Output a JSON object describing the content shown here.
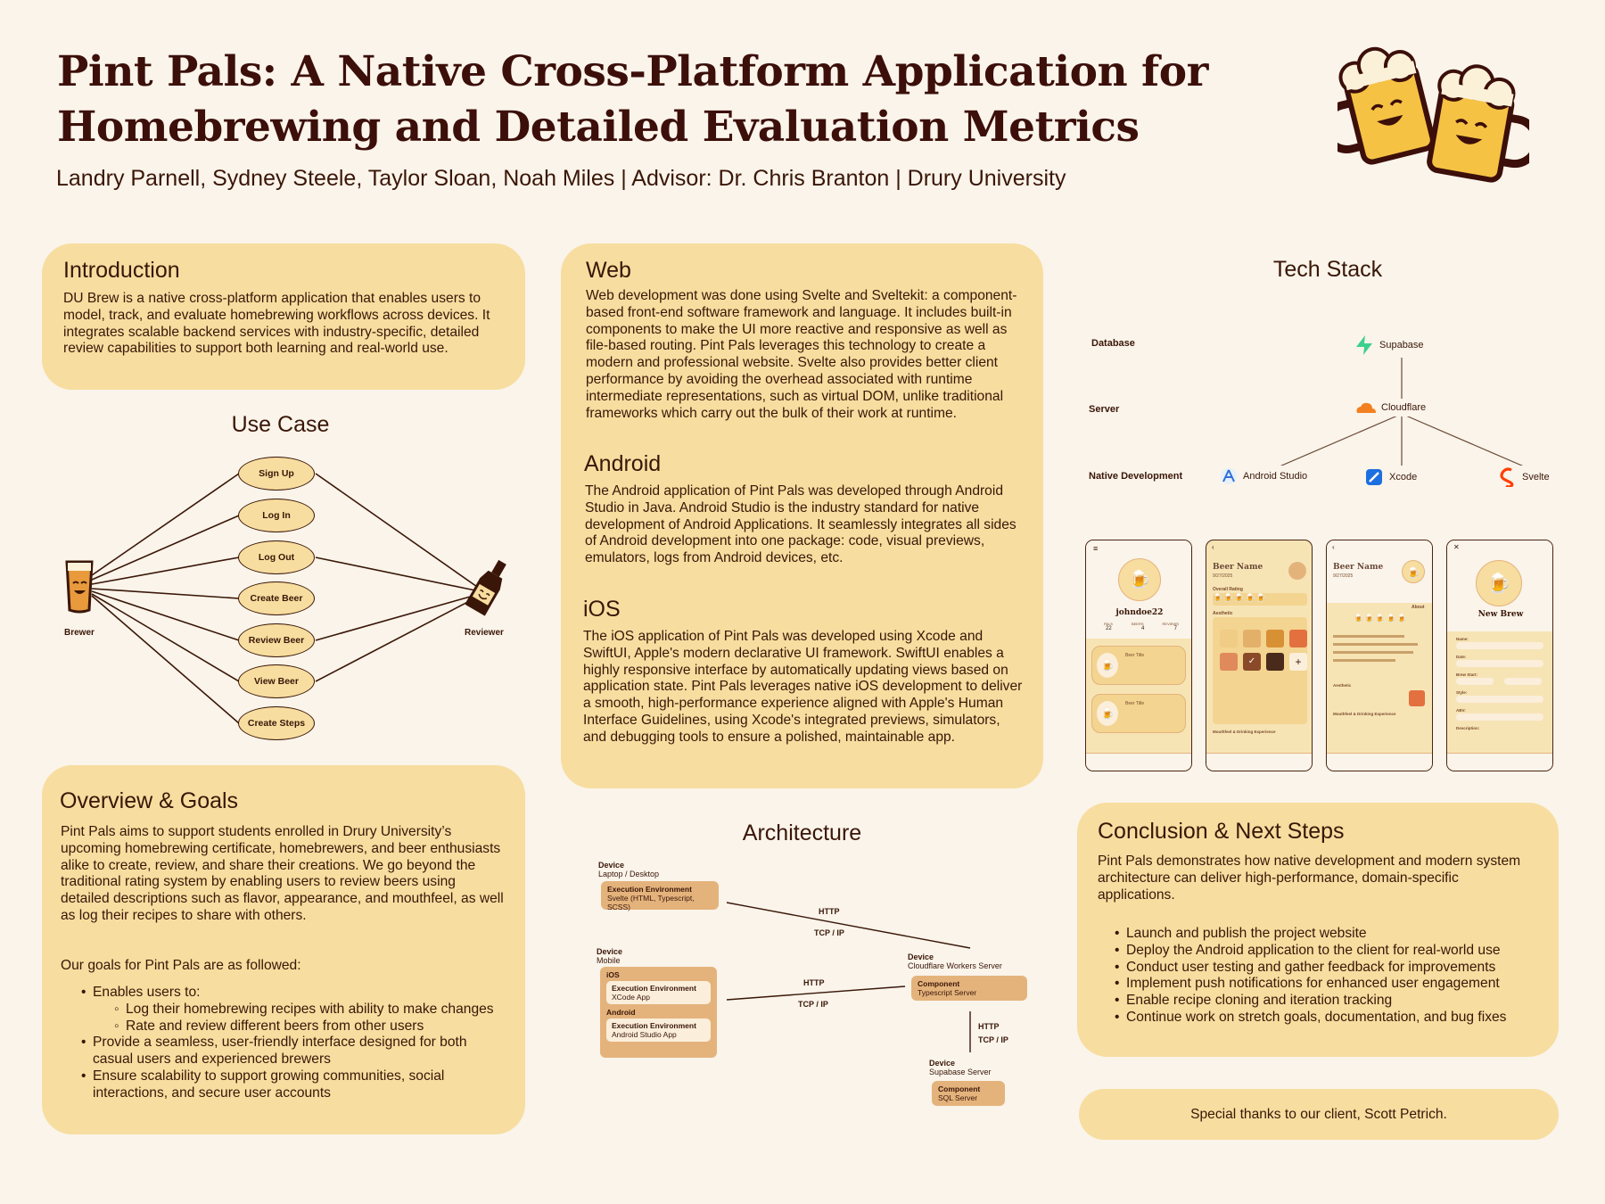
{
  "header": {
    "title_line1": "Pint Pals: A Native Cross-Platform Application for",
    "title_line2": "Homebrewing and Detailed Evaluation Metrics",
    "authors": "Landry Parnell, Sydney Steele, Taylor Sloan, Noah Miles | Advisor: Dr. Chris Branton | Drury University"
  },
  "introduction": {
    "heading": "Introduction",
    "text": "DU Brew is a native cross-platform application that enables users to model, track, and evaluate homebrewing workflows across devices. It integrates scalable backend services with industry-specific, detailed review capabilities to support both learning and real-world use."
  },
  "use_case": {
    "heading": "Use Case",
    "actors": {
      "brewer": "Brewer",
      "reviewer": "Reviewer"
    },
    "cases": [
      "Sign Up",
      "Log In",
      "Log Out",
      "Create Beer",
      "Review Beer",
      "View Beer",
      "Create Steps"
    ]
  },
  "overview": {
    "heading": "Overview & Goals",
    "text": "Pint Pals aims to support students enrolled in Drury University’s upcoming homebrewing certificate, homebrewers, and beer enthusiasts alike to create, review, and share their creations. We go beyond the traditional rating system by enabling users to review beers using detailed descriptions such as flavor, appearance, and mouthfeel, as well as log their recipes to share with others.",
    "goals_intro": "Our goals for Pint Pals are as followed:",
    "goal1": "Enables users to:",
    "goal1_sub": [
      "Log their homebrewing recipes with ability to make changes",
      "Rate and review different beers from other users"
    ],
    "goal2": "Provide a seamless, user-friendly interface designed for both casual users and experienced brewers",
    "goal3": "Ensure scalability to support growing communities, social interactions, and secure user accounts"
  },
  "web": {
    "heading": "Web",
    "text": "Web development was done using Svelte and Sveltekit: a component-based front-end software framework and language. It includes built-in components to make the UI more reactive and responsive as well as file-based routing. Pint Pals leverages this technology to create a modern and professional website. Svelte also provides better client performance by avoiding the overhead associated with runtime intermediate representations, such as virtual DOM, unlike traditional frameworks which carry out the bulk of their work at runtime."
  },
  "android": {
    "heading": "Android",
    "text": "The Android application of Pint Pals was developed through Android Studio in Java. Android Studio is the industry standard for native development of Android Applications. It seamlessly integrates all sides of Android development into one package: code, visual previews, emulators, logs from Android devices, etc."
  },
  "ios": {
    "heading": "iOS",
    "text": "The iOS application of Pint Pals was developed using Xcode and SwiftUI, Apple's modern declarative UI framework. SwiftUI enables a highly responsive interface by automatically updating views based on application state. Pint Pals leverages native iOS development to deliver a smooth, high-performance experience aligned with Apple's Human Interface Guidelines, using Xcode's integrated previews, simulators, and debugging tools to ensure a polished, maintainable app."
  },
  "architecture": {
    "heading": "Architecture",
    "device": "Device",
    "laptop": "Laptop / Desktop",
    "exec_env": "Execution Environment",
    "svelte_env": "Svelte (HTML, Typescript, SCSS)",
    "mobile": "Mobile",
    "ios": "iOS",
    "xcode_app": "XCode App",
    "android": "Android",
    "android_app": "Android Studio App",
    "cf_server": "Cloudflare Workers Server",
    "component": "Component",
    "ts_server": "Typescript Server",
    "supa_server": "Supabase Server",
    "sql_server": "SQL Server",
    "http": "HTTP",
    "tcpip": "TCP / IP"
  },
  "tech_stack": {
    "heading": "Tech Stack",
    "rows": [
      "Database",
      "Server",
      "Native Development"
    ],
    "supabase": "Supabase",
    "cloudflare": "Cloudflare",
    "android_studio": "Android Studio",
    "xcode": "Xcode",
    "svelte": "Svelte"
  },
  "screens": {
    "username": "johndoe22",
    "stat_labels": [
      "PALS",
      "BEERS",
      "REVIEWS"
    ],
    "stats": [
      "22",
      "4",
      "7"
    ],
    "beer_title": "Beer Title",
    "beer_name": "Beer Name",
    "date": "9/27/2025",
    "overall_rating": "Overall Rating",
    "aesthetic": "Aesthetic",
    "mouthfeel": "Mouthfeel & Drinking Experience",
    "about": "About",
    "new_brew": "New Brew",
    "fields": [
      "Name:",
      "Date:",
      "Brew Start:",
      "Style:",
      "ABV:",
      "Description:"
    ]
  },
  "conclusion": {
    "heading": "Conclusion & Next Steps",
    "text": "Pint Pals demonstrates how native development and modern system architecture can deliver high-performance, domain-specific applications.",
    "items": [
      "Launch and publish the project website",
      "Deploy the Android application to the client for real-world use",
      "Conduct user testing and gather feedback for improvements",
      "Implement push notifications for enhanced user engagement",
      "Enable recipe cloning and iteration tracking",
      "Continue work on stretch goals, documentation, and bug fixes"
    ]
  },
  "thanks": "Special thanks to our client, Scott Petrich.",
  "colors": {
    "card": "#f7dd9f",
    "background": "#faf4ea",
    "text": "#3a1608",
    "box": "#e4b37c"
  },
  "icons": [
    "beer-mugs-logo-icon",
    "brewer-glass-icon",
    "reviewer-bottle-icon",
    "supabase-icon",
    "cloudflare-icon",
    "android-studio-icon",
    "xcode-icon",
    "svelte-icon"
  ]
}
